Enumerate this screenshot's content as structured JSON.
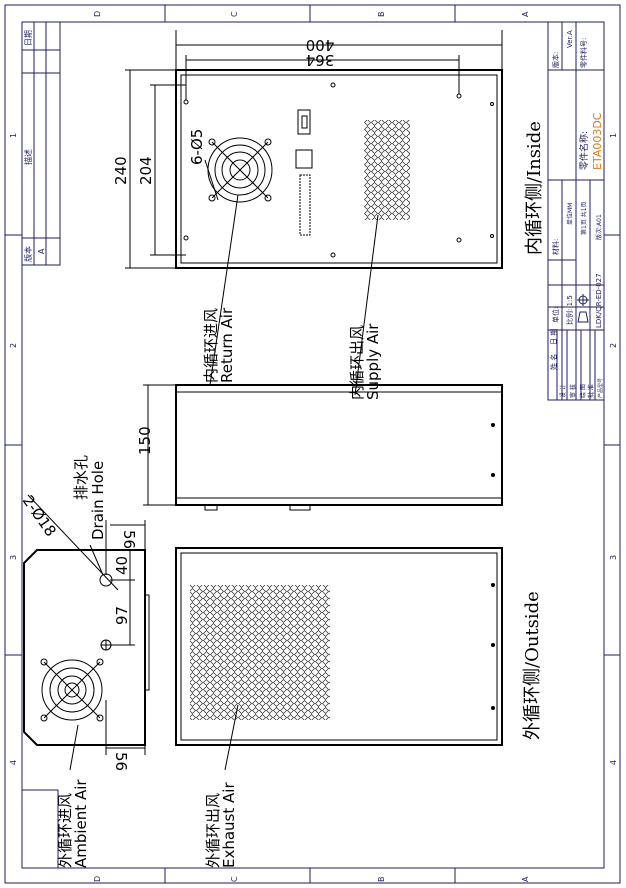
{
  "frame": {
    "zones_letters": [
      "D",
      "C",
      "B",
      "A"
    ],
    "zones_numbers": [
      "1",
      "2",
      "3",
      "4"
    ]
  },
  "revision_block": {
    "date_label": "日期",
    "desc_label": "描述",
    "version_label": "版本",
    "version_value": "A"
  },
  "inside_view": {
    "title": "内循环侧/Inside",
    "dim_width_outer": "400",
    "dim_width_holes": "364",
    "dim_height_outer": "240",
    "dim_height_holes": "204",
    "holes": "6-Ø5",
    "return_air_cn": "内循环进风",
    "return_air_en": "Return Air",
    "supply_air_cn": "内循环出风",
    "supply_air_en": "Supply Air"
  },
  "side_view": {
    "dim_depth": "150"
  },
  "outside_view": {
    "title": "外循环侧/Outside",
    "exhaust_air_cn": "外循环出风",
    "exhaust_air_en": "Exhaust Air",
    "ambient_air_cn": "外循环进风",
    "ambient_air_en": "Ambient Air",
    "drain_cn": "排水孔",
    "drain_en": "Drain Hole",
    "drain_dim": "2-Ø18",
    "dim_a": "56",
    "dim_b": "40",
    "dim_c": "97",
    "dim_d": "56"
  },
  "title_block": {
    "name_header": "姓 名",
    "date_header": "日 期",
    "roles": [
      "设 计",
      "审 核",
      "绘 图",
      "批 准",
      "产品型号"
    ],
    "material_label": "材料:",
    "scale": "比例: 1:5",
    "unit_label": "单位:",
    "unit_value": "单位MM",
    "page": "第1页 共1页",
    "drawing_no": "LDK/QR-ED-027",
    "edition": "版次:A01",
    "part_name_label": "零件名称:",
    "part_name": "ETA003DC",
    "version_label": "版本:",
    "version_value": "Ver.A",
    "part_no_label": "零件料号:",
    "accent_color": "#e07a1f"
  }
}
